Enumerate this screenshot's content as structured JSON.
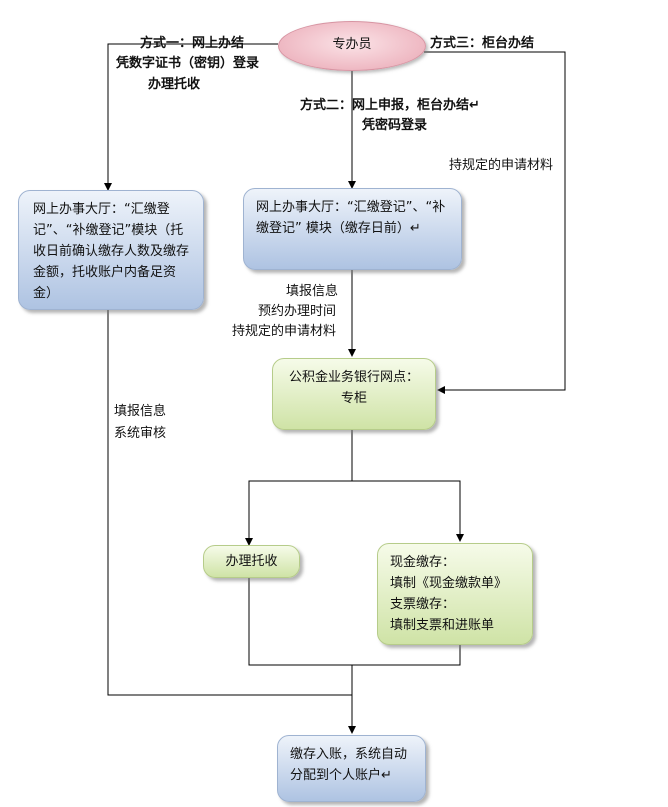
{
  "nodes": {
    "start": "专办员",
    "online_hall_a": "网上办事大厅：“汇缴登记”、“补缴登记”模块（托收日前确认缴存人数及缴存金额，托收账户内备足资金）",
    "online_hall_b": "网上办事大厅：“汇缴登记”、“补缴登记” 模块（缴存日前）↵",
    "bank_counter_line1": "公积金业务银行网点：",
    "bank_counter_line2": "专柜",
    "collection": "办理托收",
    "cash_line1": "现金缴存：",
    "cash_line2": "填制《现金缴款单》",
    "cheque_line1": "支票缴存：",
    "cheque_line2": "填制支票和进账单",
    "end_line1": "缴存入账，系统自动",
    "end_line2": "分配到个人账户↵"
  },
  "edges": {
    "method1_line1": "方式一：网上办结",
    "method1_line2": "凭数字证书（密钥）登录",
    "method1_line3": "办理托收",
    "method2_line1": "方式二：网上申报，柜台办结↵",
    "method2_line2": "凭密码登录",
    "method3": "方式三：柜台办结",
    "method3_material": "持规定的申请材料",
    "b_fill": "填报信息",
    "b_appointment": "预约办理时间",
    "b_material": "持规定的申请材料",
    "a_fill": "填报信息",
    "a_review": "系统审核"
  }
}
